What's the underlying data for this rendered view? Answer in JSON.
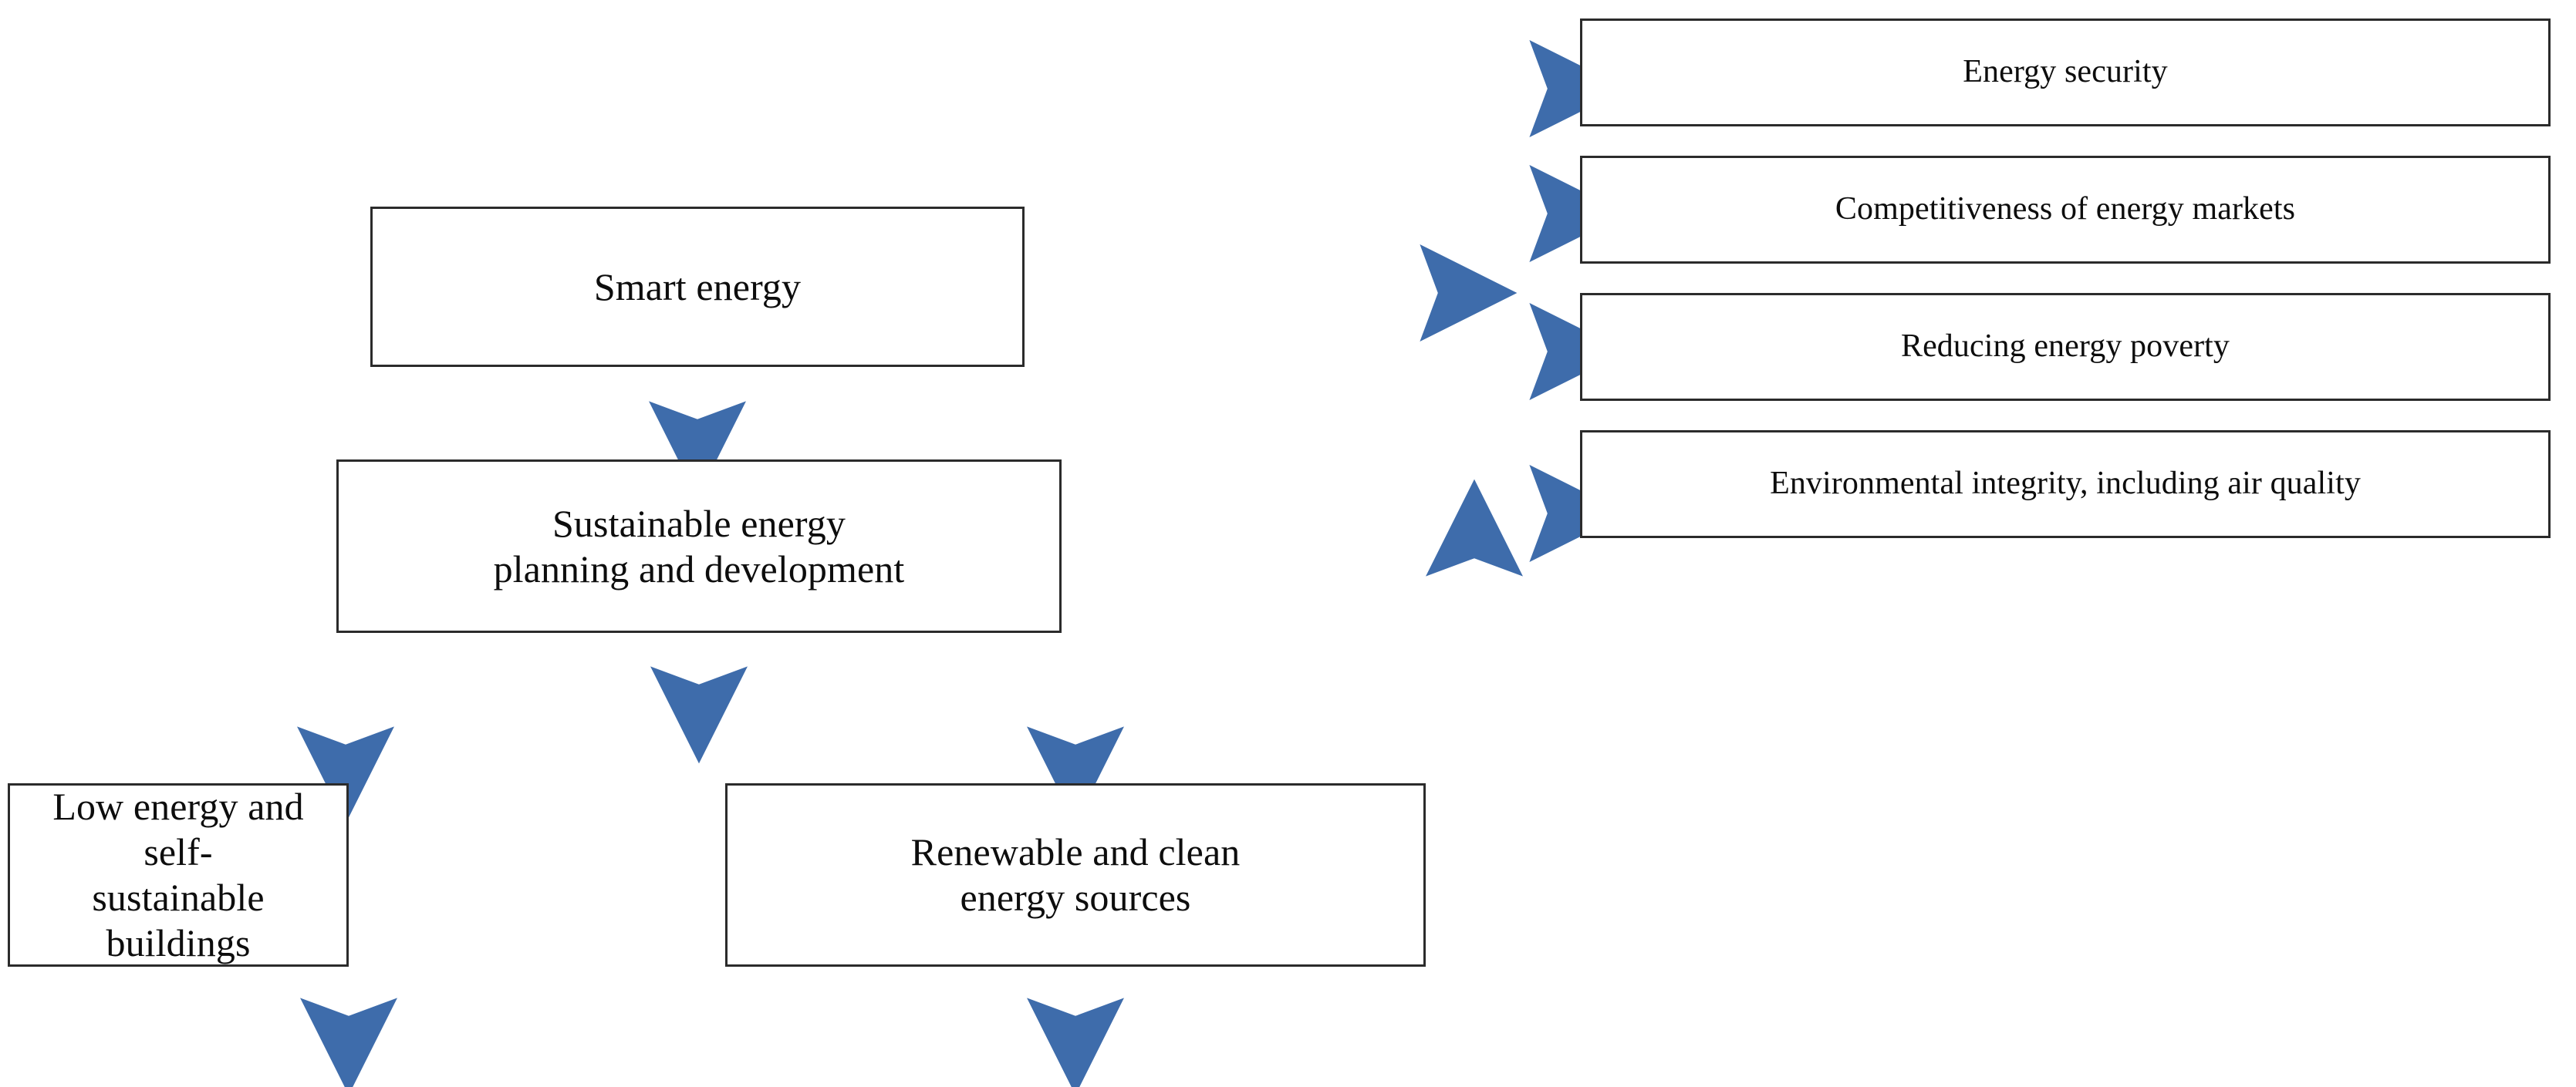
{
  "diagram": {
    "type": "flowchart",
    "accent_color": "#4472A8",
    "box_border_color": "#2b2b2b",
    "background_color": "#ffffff",
    "nodes": [
      {
        "id": "smart-energy",
        "label": "Smart energy"
      },
      {
        "id": "sustainable",
        "label": "Sustainable energy\nplanning and development"
      },
      {
        "id": "low-energy",
        "label": "Low energy and self-\nsustainable buildings"
      },
      {
        "id": "renewable",
        "label": "Renewable and clean\nenergy sources"
      },
      {
        "id": "energy-security",
        "label": "Energy security"
      },
      {
        "id": "competitiveness",
        "label": "Competitiveness of energy markets"
      },
      {
        "id": "reducing-poverty",
        "label": "Reducing energy poverty"
      },
      {
        "id": "environmental",
        "label": "Environmental integrity, including air quality"
      }
    ],
    "edges": [
      {
        "from": "smart-energy",
        "to": "sustainable",
        "kind": "vertical-arrow"
      },
      {
        "from": "smart-energy",
        "to": "outcome-trunk",
        "kind": "horizontal-arrow"
      },
      {
        "from": "sustainable",
        "to": "low-energy",
        "kind": "split-arrow"
      },
      {
        "from": "sustainable",
        "to": "renewable",
        "kind": "split-arrow"
      },
      {
        "from": "low-energy",
        "to": "outcome-trunk",
        "kind": "feedback-arrow"
      },
      {
        "from": "renewable",
        "to": "outcome-trunk",
        "kind": "feedback-arrow"
      },
      {
        "from": "outcome-trunk",
        "to": "energy-security",
        "kind": "horizontal-arrow"
      },
      {
        "from": "outcome-trunk",
        "to": "competitiveness",
        "kind": "horizontal-arrow"
      },
      {
        "from": "outcome-trunk",
        "to": "reducing-poverty",
        "kind": "horizontal-arrow"
      },
      {
        "from": "outcome-trunk",
        "to": "environmental",
        "kind": "horizontal-arrow"
      }
    ]
  }
}
